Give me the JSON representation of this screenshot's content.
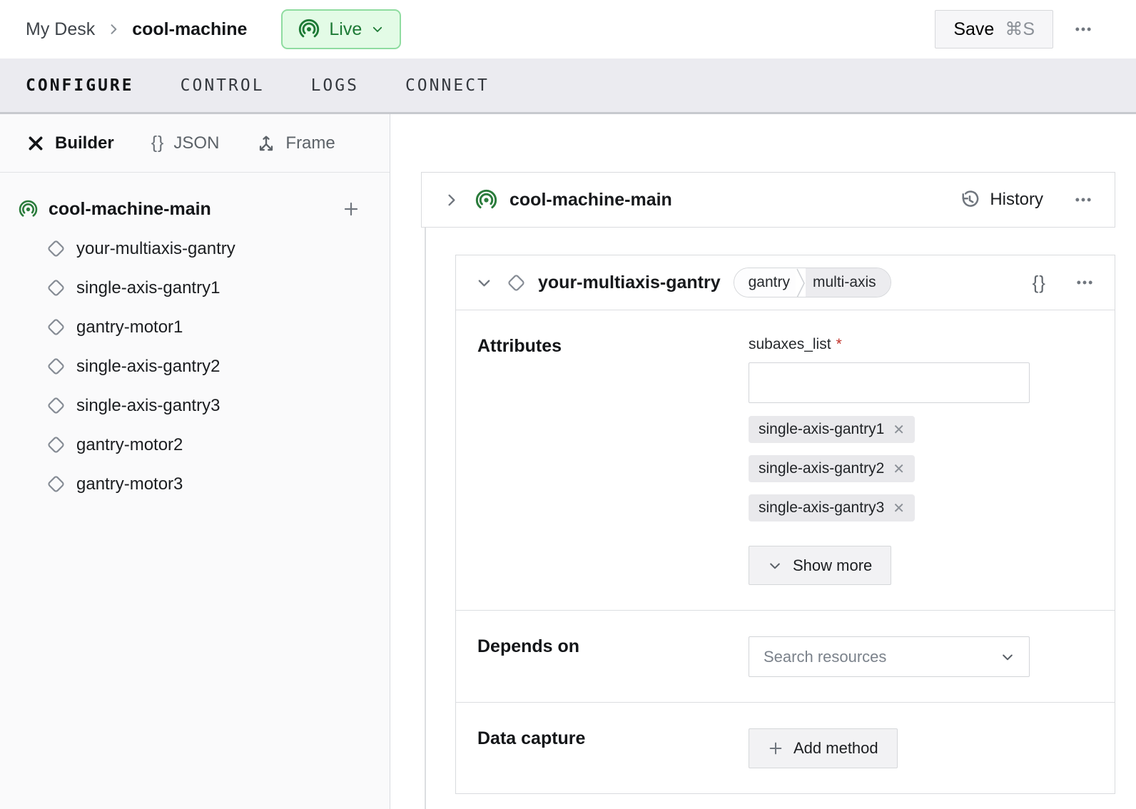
{
  "header": {
    "breadcrumb": {
      "parent": "My Desk",
      "current": "cool-machine"
    },
    "live_button": {
      "label": "Live"
    },
    "save_button": {
      "label": "Save",
      "shortcut": "⌘S"
    }
  },
  "nav_tabs": {
    "configure": "CONFIGURE",
    "control": "CONTROL",
    "logs": "LOGS",
    "connect": "CONNECT"
  },
  "view_toolbar": {
    "builder_label": "Builder",
    "json_label": "JSON",
    "frame_label": "Frame"
  },
  "icons": {
    "json_braces": "{}",
    "close": "✕"
  },
  "tree": {
    "root_label": "cool-machine-main",
    "items": [
      "your-multiaxis-gantry",
      "single-axis-gantry1",
      "gantry-motor1",
      "single-axis-gantry2",
      "single-axis-gantry3",
      "gantry-motor2",
      "gantry-motor3"
    ]
  },
  "machine_card": {
    "title": "cool-machine-main",
    "history_label": "History"
  },
  "component_card": {
    "title": "your-multiaxis-gantry",
    "badge": {
      "type": "gantry",
      "model": "multi-axis"
    },
    "attributes": {
      "heading": "Attributes",
      "field_label": "subaxes_list",
      "required_mark": "*",
      "field_value": "",
      "chips": [
        "single-axis-gantry1",
        "single-axis-gantry2",
        "single-axis-gantry3"
      ],
      "show_more_label": "Show more"
    },
    "depends_on": {
      "heading": "Depends on",
      "search_placeholder": "Search resources"
    },
    "data_capture": {
      "heading": "Data capture",
      "add_method_label": "Add method"
    }
  },
  "colors": {
    "accent_green": "#2b7c3c",
    "live_bg": "#e3fbe6",
    "live_border": "#8fdca0",
    "live_text": "#1d7a35",
    "required_red": "#c03028",
    "tabbar_bg": "#ebebf0"
  }
}
